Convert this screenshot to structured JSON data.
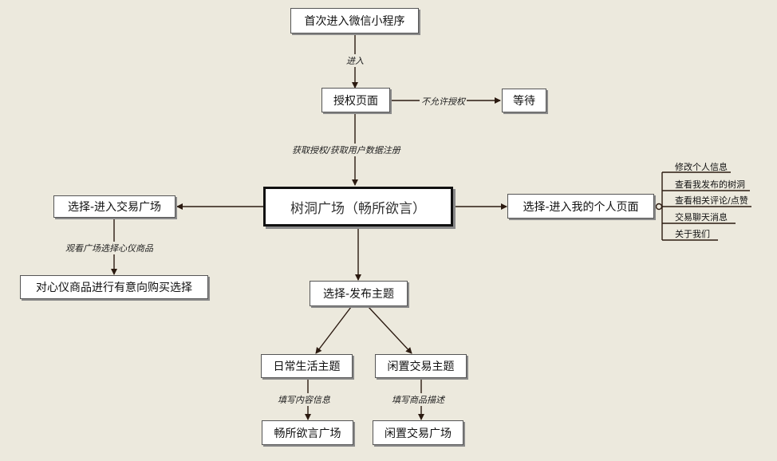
{
  "nodes": {
    "start": "首次进入微信小程序",
    "auth": "授权页面",
    "wait": "等待",
    "main": "树洞广场（畅所欲言）",
    "trade_enter": "选择-进入交易广场",
    "trade_select": "对心仪商品进行有意向购买选择",
    "personal": "选择-进入我的个人页面",
    "publish": "选择-发布主题",
    "daily": "日常生活主题",
    "idle": "闲置交易主题",
    "square_talk": "畅所欲言广场",
    "square_trade": "闲置交易广场"
  },
  "edge_labels": {
    "enter": "进入",
    "deny": "不允许授权",
    "grant": "获取授权/获取用户数据注册",
    "browse": "观看广场选择心仪商品",
    "fill_content": "填写内容信息",
    "fill_goods": "填写商品描述"
  },
  "personal_items": [
    "修改个人信息",
    "查看我发布的树洞",
    "查看相关评论/点赞",
    "交易聊天消息",
    "关于我们"
  ],
  "colors": {
    "background": "#ECE9DD",
    "node_fill": "#FFFFFF",
    "line": "#2b1a10"
  }
}
